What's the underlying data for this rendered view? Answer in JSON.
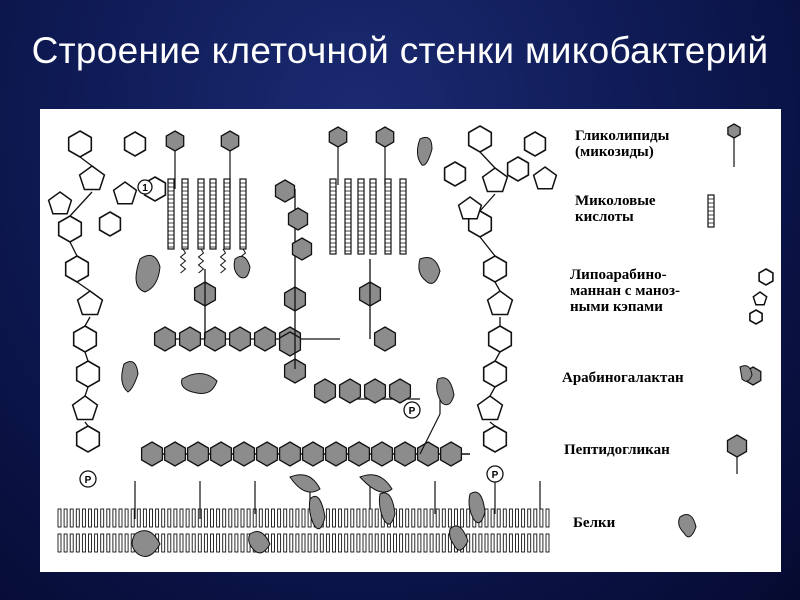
{
  "slide": {
    "title": "Строение клеточной стенки микобактерий"
  },
  "diagram": {
    "phosphate_label": "P",
    "arabinose_label": "1",
    "legend": [
      {
        "id": "glycolipids",
        "lines": [
          "Гликолипиды",
          "(микозиды)"
        ],
        "symbol": "glycolipid-icon"
      },
      {
        "id": "mycolic",
        "lines": [
          "Миколовые",
          "кислоты"
        ],
        "symbol": "mycolic-acid-icon"
      },
      {
        "id": "lam",
        "lines": [
          "Липоарабино-",
          "маннан с маноз-",
          "ными кэпами"
        ],
        "symbol": "lipoarabinomannan-icon"
      },
      {
        "id": "ag",
        "lines": [
          "Арабиногалактан"
        ],
        "symbol": "arabinogalactan-icon"
      },
      {
        "id": "pg",
        "lines": [
          "Пептидогликан"
        ],
        "symbol": "peptidoglycan-icon"
      },
      {
        "id": "proteins",
        "lines": [
          "Белки"
        ],
        "symbol": "protein-icon"
      }
    ]
  }
}
